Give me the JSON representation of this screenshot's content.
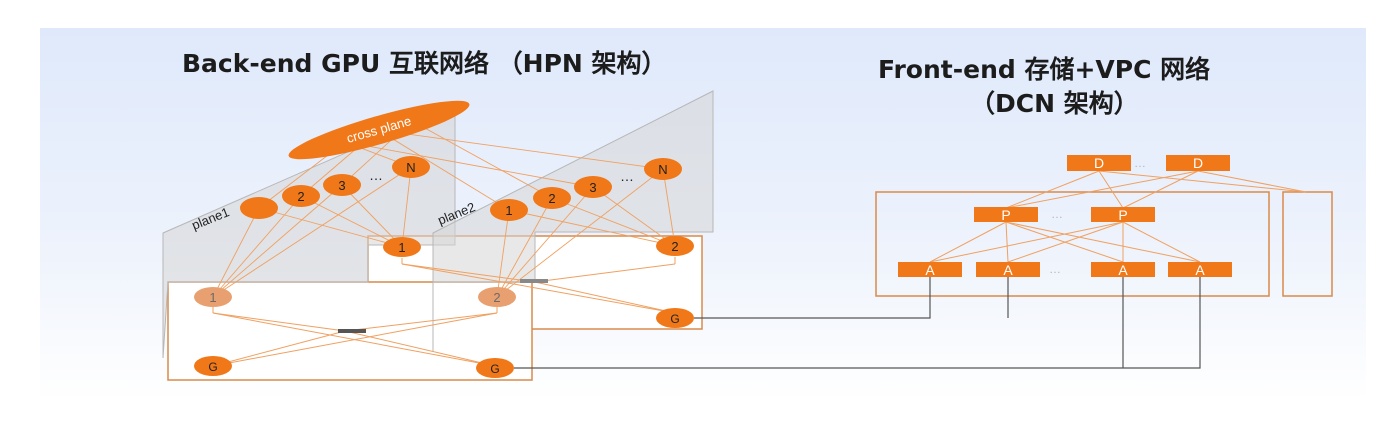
{
  "titles": {
    "back_end": "Back-end GPU 互联网络 （HPN 架构）",
    "front_end_line1": "Front-end 存储+VPC 网络",
    "front_end_line2": "（DCN 架构）"
  },
  "hpn": {
    "cross_plane_label": "cross plane",
    "plane1_label": "plane1",
    "plane2_label": "plane2",
    "plane1_nodes": [
      "",
      "2",
      "3",
      "…",
      "N"
    ],
    "plane2_nodes": [
      "1",
      "2",
      "3",
      "…",
      "N"
    ],
    "server_front": {
      "gpu_node": "1",
      "nic_label": "G"
    },
    "server_back": {
      "gpu_node": "1",
      "nic_label": "G"
    },
    "server_front_node2": "2",
    "server_back_node2": "2",
    "server_back_nic": "G",
    "server_front_nic2": "G"
  },
  "dcn": {
    "d_switches": [
      "D",
      "…",
      "D"
    ],
    "p_switches": [
      "P",
      "…",
      "P"
    ],
    "a_switches": [
      "A",
      "A",
      "…",
      "A",
      "A"
    ]
  },
  "colors": {
    "orange": "#f07818",
    "pale_orange": "#e9a070",
    "panel_fill": "#e6e6e6",
    "box_border": "#d98a4a",
    "link_orange": "#f0a060",
    "link_gray": "#555555",
    "background_gradient_top": "#dfe9fb",
    "background_gradient_bottom": "#ffffff"
  }
}
